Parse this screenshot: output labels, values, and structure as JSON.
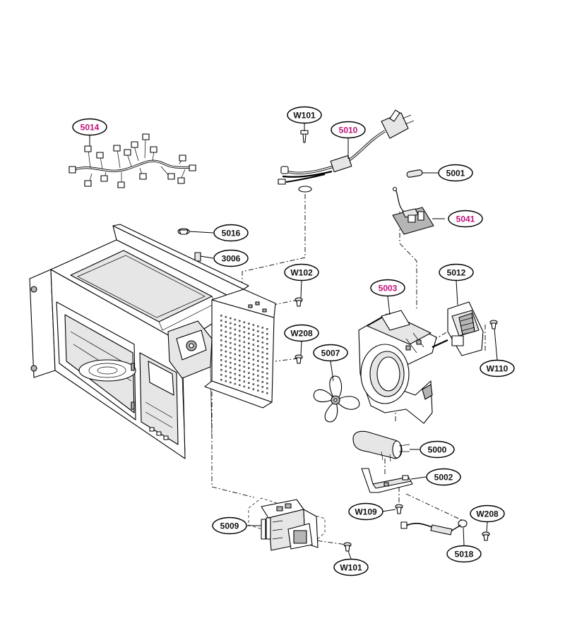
{
  "callouts": [
    {
      "id": "5014",
      "text": "5014",
      "highlight": true
    },
    {
      "id": "W101-top",
      "text": "W101",
      "highlight": false
    },
    {
      "id": "5010",
      "text": "5010",
      "highlight": true
    },
    {
      "id": "5001",
      "text": "5001",
      "highlight": false
    },
    {
      "id": "5041",
      "text": "5041",
      "highlight": true
    },
    {
      "id": "5016",
      "text": "5016",
      "highlight": false
    },
    {
      "id": "3006",
      "text": "3006",
      "highlight": false
    },
    {
      "id": "W102",
      "text": "W102",
      "highlight": false
    },
    {
      "id": "5003",
      "text": "5003",
      "highlight": true
    },
    {
      "id": "5012",
      "text": "5012",
      "highlight": false
    },
    {
      "id": "W208-mid",
      "text": "W208",
      "highlight": false
    },
    {
      "id": "5007",
      "text": "5007",
      "highlight": false
    },
    {
      "id": "W110",
      "text": "W110",
      "highlight": false
    },
    {
      "id": "5000",
      "text": "5000",
      "highlight": false
    },
    {
      "id": "5002",
      "text": "5002",
      "highlight": false
    },
    {
      "id": "W109",
      "text": "W109",
      "highlight": false
    },
    {
      "id": "W208-low",
      "text": "W208",
      "highlight": false
    },
    {
      "id": "5009",
      "text": "5009",
      "highlight": false
    },
    {
      "id": "5018",
      "text": "5018",
      "highlight": false
    },
    {
      "id": "W101-bottom",
      "text": "W101",
      "highlight": false
    }
  ],
  "colors": {
    "highlight": "#c2127a",
    "normal": "#111111",
    "line": "#000000"
  }
}
